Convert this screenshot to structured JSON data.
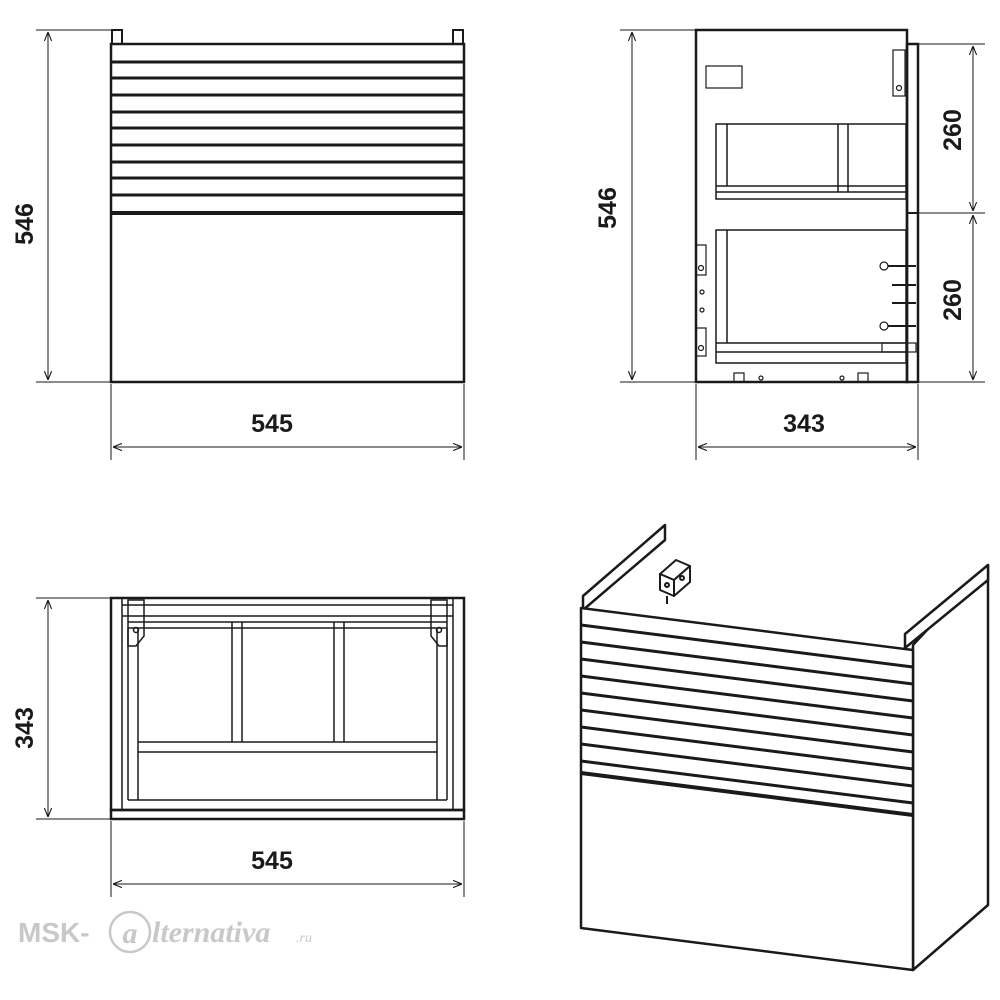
{
  "views": {
    "front": {
      "height_label": "546",
      "width_label": "545"
    },
    "side": {
      "height_label": "546",
      "depth_label": "343",
      "drawer_top_label": "260",
      "drawer_bottom_label": "260"
    },
    "top": {
      "depth_label": "343",
      "width_label": "545"
    }
  },
  "watermark": {
    "prefix": "MSK-",
    "logo_letter": "a",
    "script": "lternativa",
    "suffix": ".ru"
  },
  "colors": {
    "line": "#1a1a1a",
    "watermark": "#c8c8c8"
  }
}
